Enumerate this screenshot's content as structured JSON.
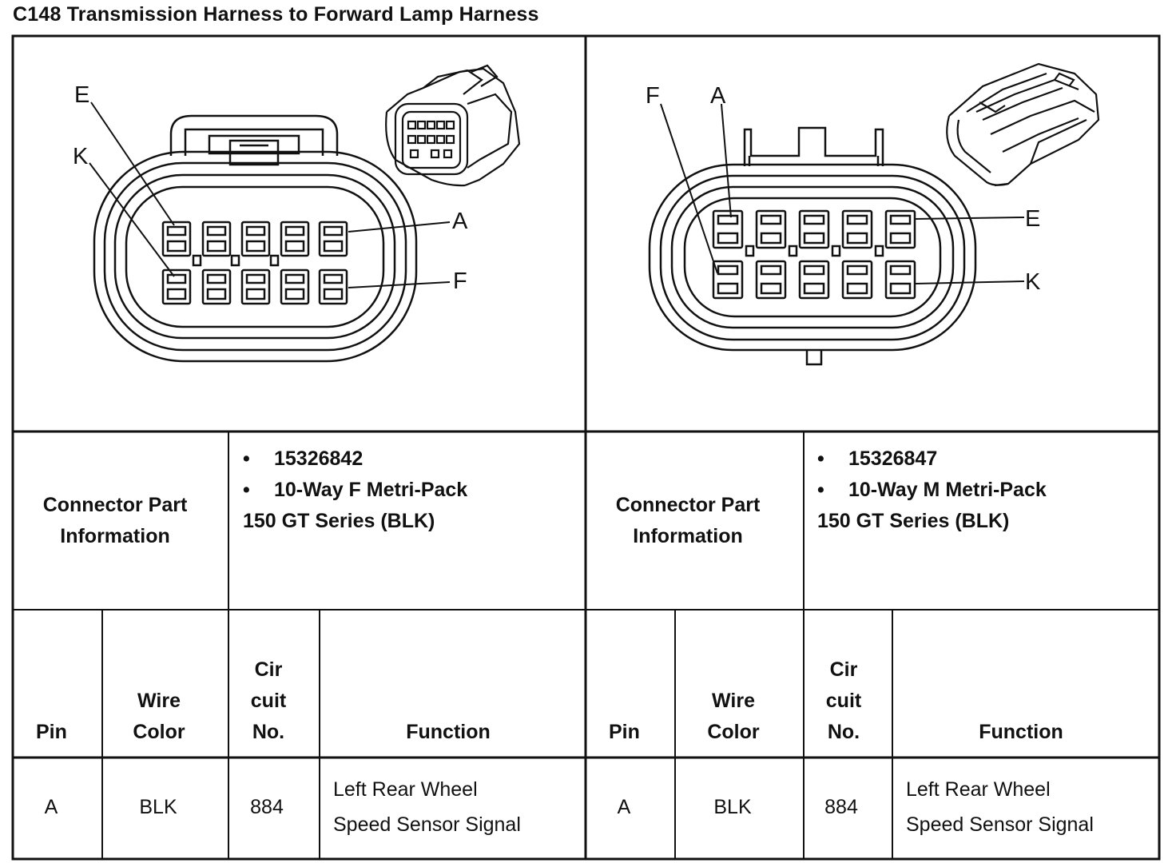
{
  "title": "C148 Transmission Harness to Forward Lamp Harness",
  "left_connector": {
    "labels": {
      "e": "E",
      "k": "K",
      "a": "A",
      "f": "F"
    },
    "part_info_label": [
      "Connector Part",
      "Information"
    ],
    "part_number": "15326842",
    "type_line": "10-Way F Metri-Pack",
    "series_line": "150 GT Series (BLK)"
  },
  "right_connector": {
    "labels": {
      "f": "F",
      "a": "A",
      "e": "E",
      "k": "K"
    },
    "part_info_label": [
      "Connector Part",
      "Information"
    ],
    "part_number": "15326847",
    "type_line": "10-Way M Metri-Pack",
    "series_line": "150 GT Series (BLK)"
  },
  "bullet": "•",
  "table_headers": {
    "pin": "Pin",
    "wire_color": [
      "Wire",
      "Color"
    ],
    "circuit_no": [
      "Cir",
      "cuit",
      "No."
    ],
    "function": "Function"
  },
  "rows": {
    "left": [
      {
        "pin": "A",
        "wire_color": "BLK",
        "circuit": "884",
        "function": [
          "Left Rear Wheel",
          "Speed Sensor Signal"
        ]
      }
    ],
    "right": [
      {
        "pin": "A",
        "wire_color": "BLK",
        "circuit": "884",
        "function": [
          "Left Rear Wheel",
          "Speed Sensor Signal"
        ]
      }
    ]
  }
}
